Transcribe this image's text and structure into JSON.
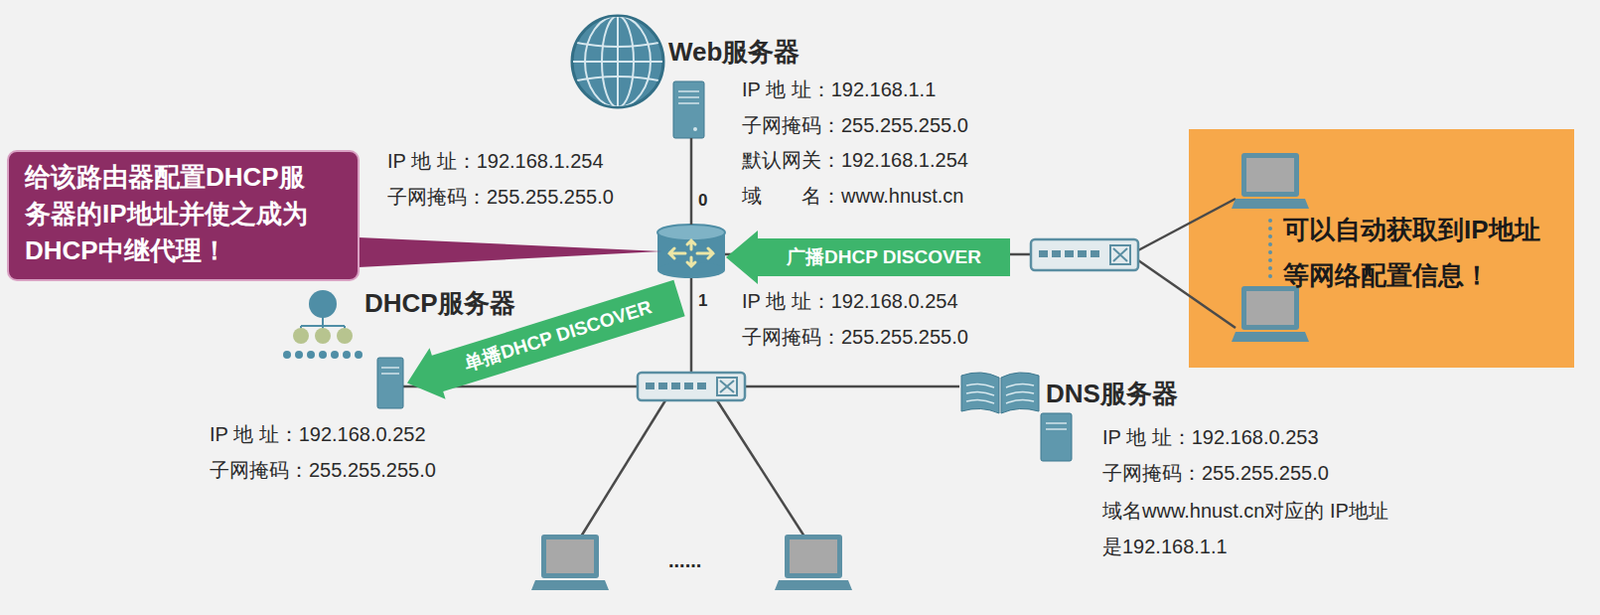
{
  "diagram": {
    "nodes": [
      {
        "text": [
          "Web服务器",
          "IP 地 址：192.168.1.1",
          "子网掩码：255.255.255.0",
          "默认网关：192.168.1.254",
          "域　　名：www.hnust.cn"
        ]
      },
      {
        "text": [
          "给该路由器配置DHCP服务器的IP地址并使之成为DHCP中继代理！"
        ]
      },
      {
        "text": [
          "IP 地 址：192.168.1.254",
          "子网掩码：255.255.255.0",
          "IP 地 址：192.168.0.254",
          "子网掩码：255.255.255.0"
        ]
      },
      {
        "text": [
          "可以自动获取到IP地址等网络配置信息！"
        ]
      },
      {
        "text": [
          "DHCP服务器",
          "IP 地 址：192.168.0.252",
          "子网掩码：255.255.255.0"
        ]
      },
      {
        "text": [
          "DNS服务器",
          "IP 地 址：192.168.0.253",
          "子网掩码：255.255.255.0",
          "域名www.hnust.cn对应的 IP地址是192.168.1.1"
        ]
      }
    ],
    "edges": [
      {
        "from": 2,
        "to": 0,
        "arrow": "none"
      },
      {
        "from": 1,
        "to": 2,
        "arrow": "none"
      },
      {
        "from": 3,
        "to": 2,
        "label": "广播DHCP DISCOVER",
        "arrow": "to"
      },
      {
        "from": 2,
        "to": 4,
        "label": "单播DHCP DISCOVER",
        "arrow": "to"
      }
    ],
    "labels": [
      "0",
      "1",
      "......"
    ]
  }
}
